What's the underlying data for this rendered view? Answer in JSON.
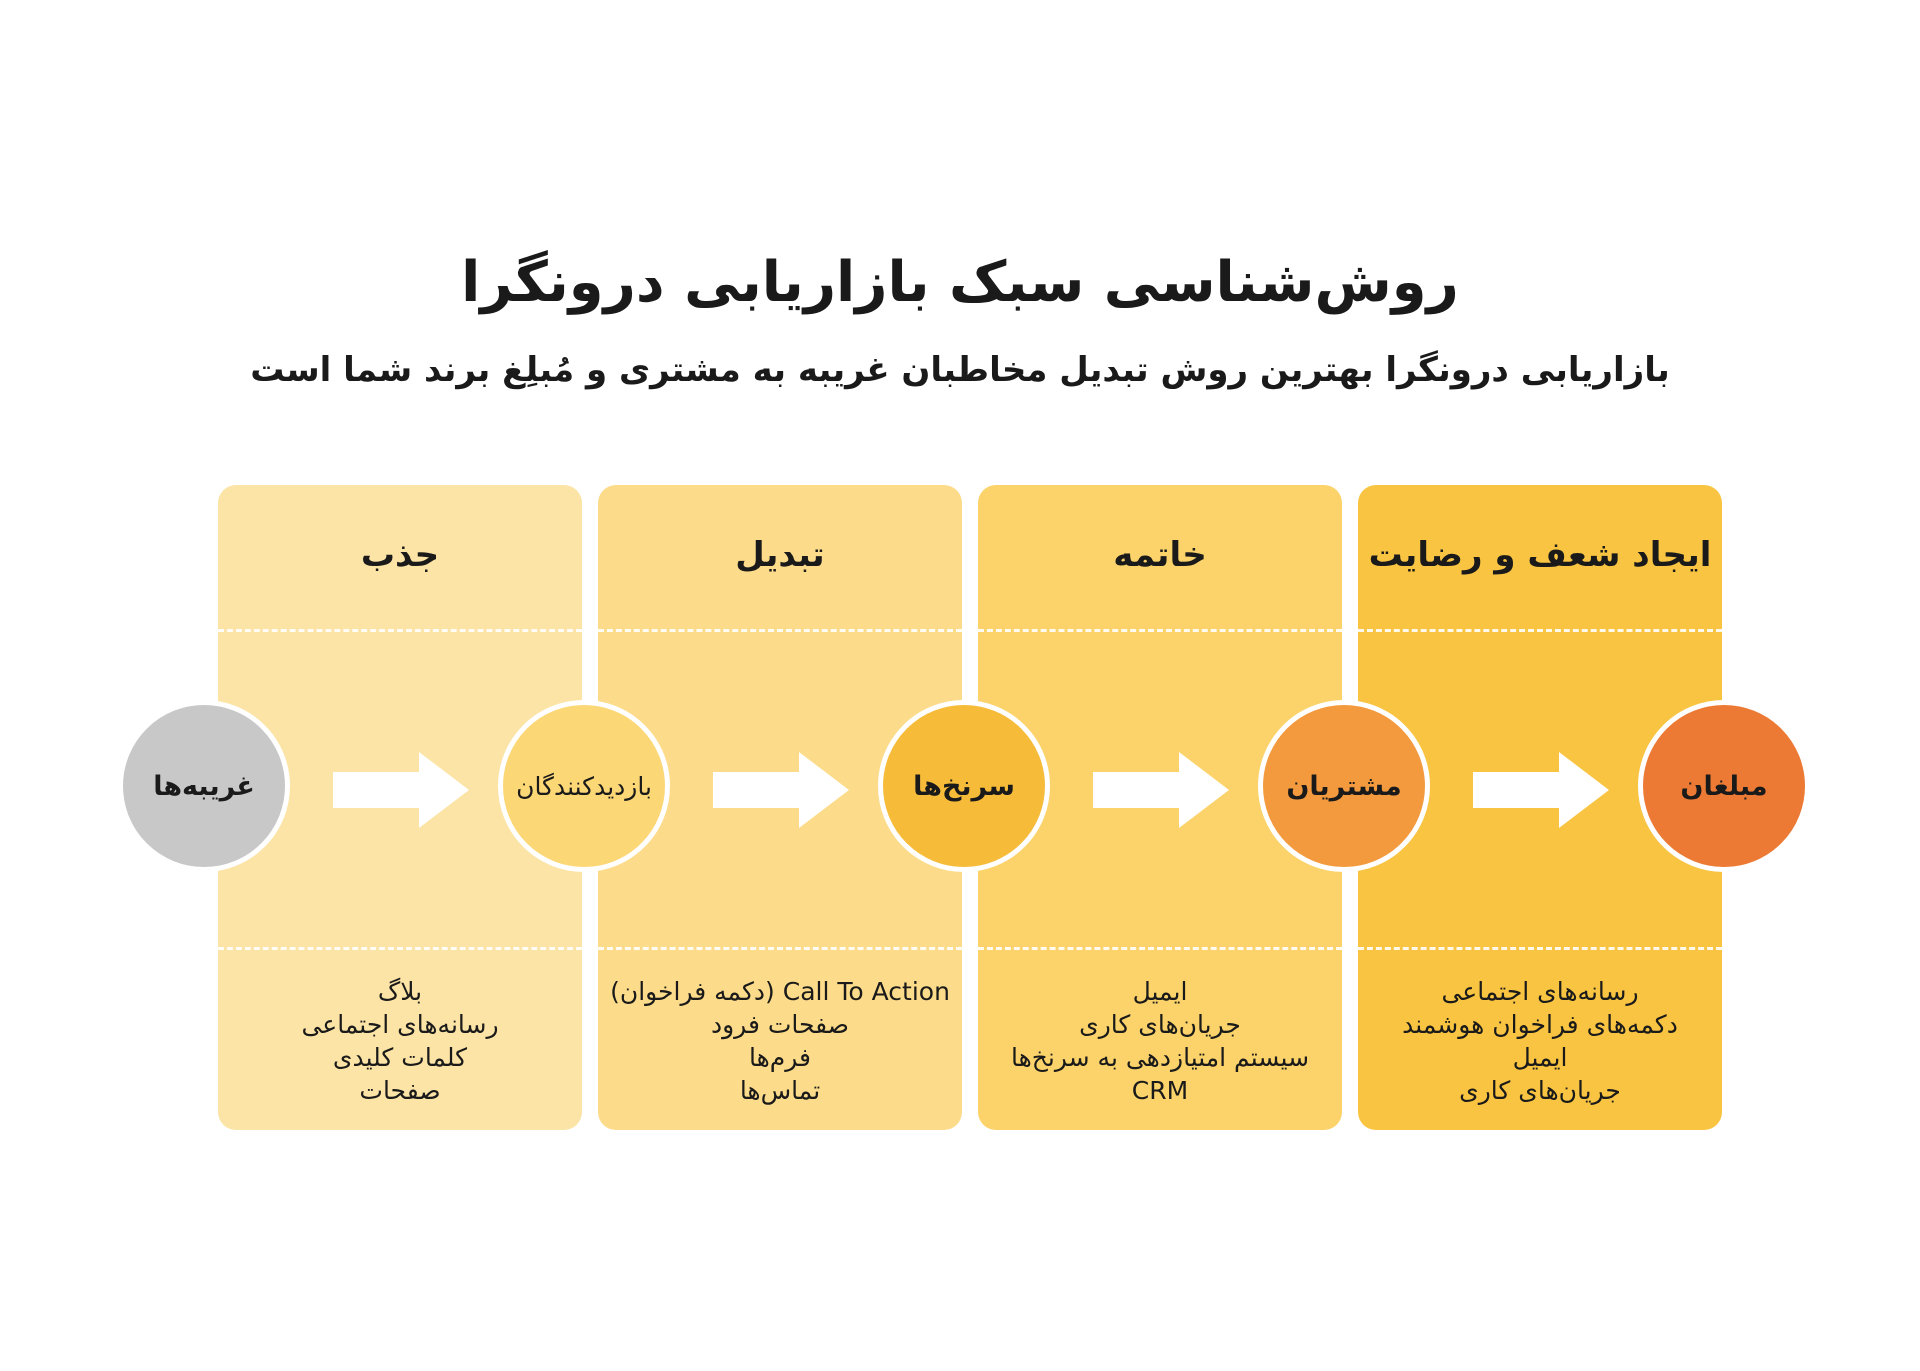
{
  "title": "روش‌شناسی سبک بازاریابی درونگرا",
  "subtitle": "بازاریابی درونگرا بهترین روش تبدیل مخاطبان غریبه به مشتری و مُبلِغ برند شما است",
  "stages": [
    {
      "title": "جذب",
      "color": "#FCE4A6",
      "tactics": [
        "بلاگ",
        "رسانه‌های اجتماعی",
        "کلمات کلیدی",
        "صفحات"
      ]
    },
    {
      "title": "تبدیل",
      "color": "#FCDC8A",
      "tactics": [
        "Call To Action (دکمه فراخوان)",
        "صفحات فرود",
        "فرم‌ها",
        "تماس‌ها"
      ]
    },
    {
      "title": "خاتمه",
      "color": "#FBD36A",
      "tactics": [
        "ایمیل",
        "جریان‌های کاری",
        "سیستم امتیازدهی به سرنخ‌ها",
        "CRM"
      ]
    },
    {
      "title": "ایجاد شعف و رضایت",
      "color": "#F8C441",
      "tactics": [
        "رسانه‌های اجتماعی",
        "دکمه‌های فراخوان هوشمند",
        "ایمیل",
        "جریان‌های کاری"
      ]
    }
  ],
  "personas": [
    {
      "label": "غریبه‌ها",
      "color": "#C8C8C8"
    },
    {
      "label": "بازدیدکنندگان",
      "color": "#FCD776"
    },
    {
      "label": "سرنخ‌ها",
      "color": "#F6BB38"
    },
    {
      "label": "مشتریان",
      "color": "#F39A3E"
    },
    {
      "label": "مبلغان",
      "color": "#EC7A34"
    }
  ],
  "arrow_color": "#FFFFFF"
}
